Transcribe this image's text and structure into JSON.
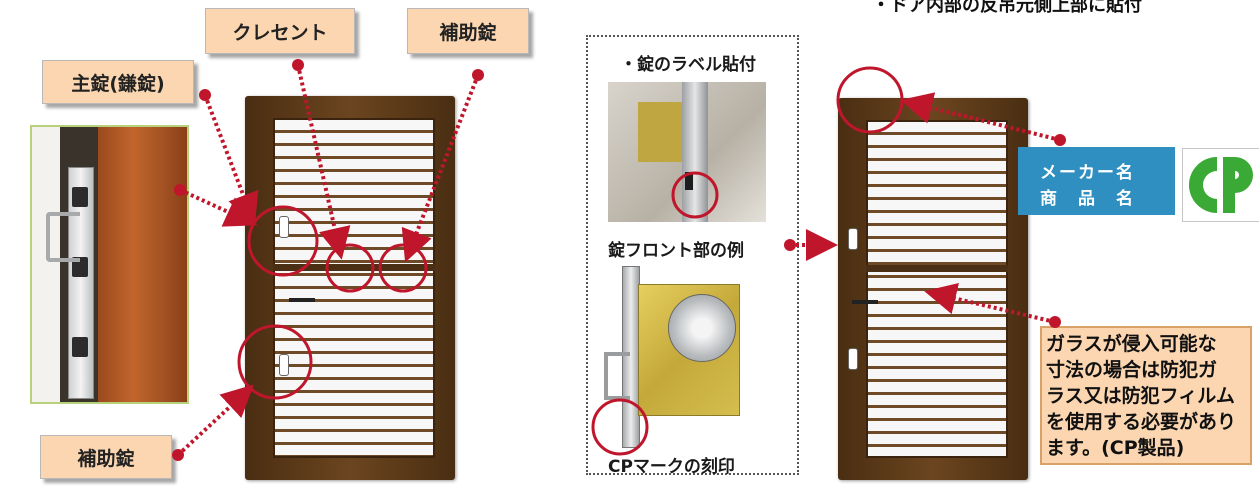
{
  "labels": {
    "main_lock": "主錠(鎌錠)",
    "crescent": "クレセント",
    "aux_lock_top": "補助錠",
    "aux_lock_bottom": "補助錠"
  },
  "top_note": "・ドア内部の反吊元側上部に貼付",
  "middle_panel": {
    "heading": "・錠のラベル貼付",
    "caption1": "錠フロント部の例",
    "caption2": "CPマークの刻印"
  },
  "maker_label": {
    "line1": "メーカー名",
    "line2": "商　品　名"
  },
  "cp_mark": "CP",
  "glass_note": [
    "ガラスが侵入可能な",
    "寸法の場合は防犯ガ",
    "ラス又は防犯フィルム",
    "を使用する必要があり",
    "ます。(CP製品)"
  ],
  "colors": {
    "label_fill": "#fbd6b1",
    "marker_red": "#c0162c",
    "maker_blue": "#2f8fc0",
    "cp_green": "#3aa935"
  }
}
